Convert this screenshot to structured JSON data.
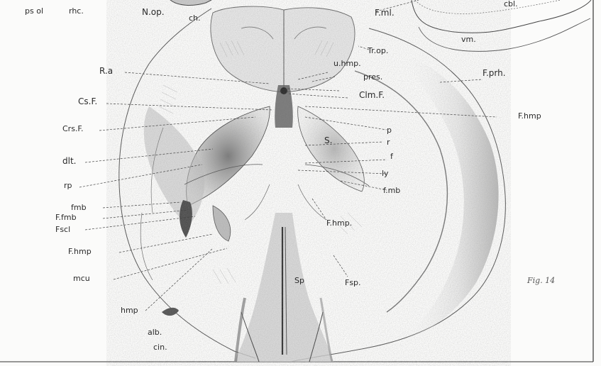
{
  "figure": {
    "caption": "Fig. 14"
  },
  "labels": {
    "ps_ol": "ps ol",
    "rhc": "rhc.",
    "n_op": "N.op.",
    "ch": "ch.",
    "f_ml": "F.ml.",
    "cbl": "cbl.",
    "vm": "vm.",
    "tr_op": "Tr.op.",
    "u_hmp": "u.hmp.",
    "pres": "pres.",
    "clm_f": "Clm.F.",
    "r_a": "R.a",
    "f_prh": "F.prh.",
    "cs_f": "Cs.F.",
    "f_hmp_right": "F.hmp",
    "crs_f": "Crs.F.",
    "p": "p",
    "s": "S.",
    "r": "r",
    "f_small": "f",
    "dlt": "dlt.",
    "ly": "ly",
    "rp": "rp",
    "f_mb_right": "f.mb",
    "fmb": "fmb",
    "f_fmb": "F.fmb",
    "fscl": "Fscl",
    "f_hmp_center": "F.hmp.",
    "f_hmp_left": "F.hmp",
    "mcu": "mcu",
    "sp": "Sp",
    "f_sp": "Fsp.",
    "hmp": "hmp",
    "alb": "alb.",
    "cin": "cin."
  }
}
